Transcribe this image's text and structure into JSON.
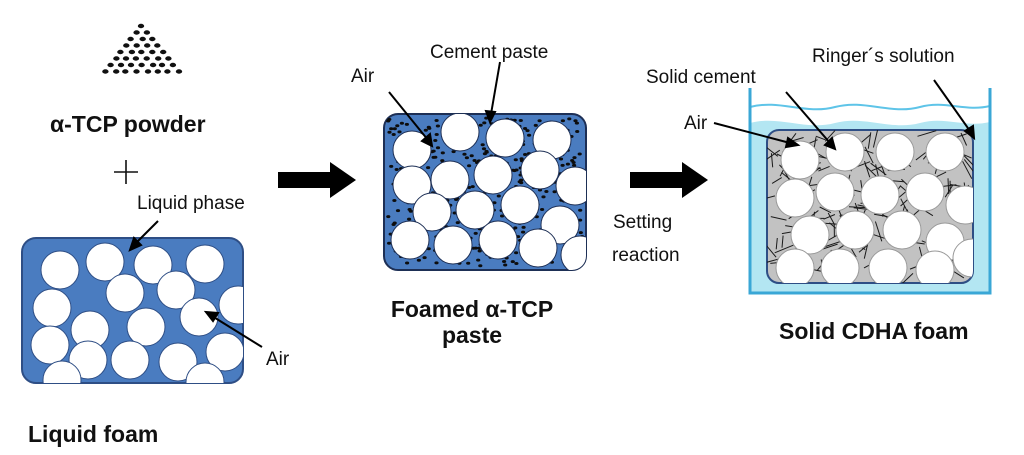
{
  "stage1": {
    "powder_label": "α-TCP powder",
    "plus_sign": "+",
    "liquid_phase_label": "Liquid phase",
    "air_label": "Air",
    "title": "Liquid foam"
  },
  "stage2": {
    "cement_paste_label": "Cement paste",
    "air_label": "Air",
    "title_line1": "Foamed α-TCP",
    "title_line2": "paste"
  },
  "stage3": {
    "solid_cement_label": "Solid cement",
    "ringer_label": "Ringer´s solution",
    "air_label": "Air",
    "setting_line1": "Setting",
    "setting_line2": "reaction",
    "title": "Solid CDHA foam"
  },
  "colors": {
    "foam_blue": "#4a7cc0",
    "box_border": "#2e4e85",
    "bubble": "#ffffff",
    "ringer_water": "#b3e6f2",
    "container_border": "#3aa7d6",
    "solid_fill": "#c2c2c2",
    "arrow": "#000000"
  }
}
